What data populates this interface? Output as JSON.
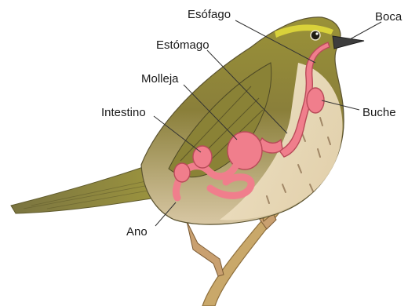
{
  "labels": {
    "esofago": "Esófago",
    "boca": "Boca",
    "estomago": "Estómago",
    "molleja": "Molleja",
    "intestino": "Intestino",
    "buche": "Buche",
    "ano": "Ano"
  },
  "colors": {
    "background": "#ffffff",
    "plumage_olive": "#8f8a34",
    "plumage_yellow": "#d9d23a",
    "breast_buff": "#efe2c8",
    "streaks_brown": "#6b4a2a",
    "organ_pink": "#f07e8c",
    "organ_highlight": "#f9b9c1",
    "beak_gray": "#3d3d3d",
    "branch_tan": "#c9a86a",
    "leader_line": "#333333"
  }
}
